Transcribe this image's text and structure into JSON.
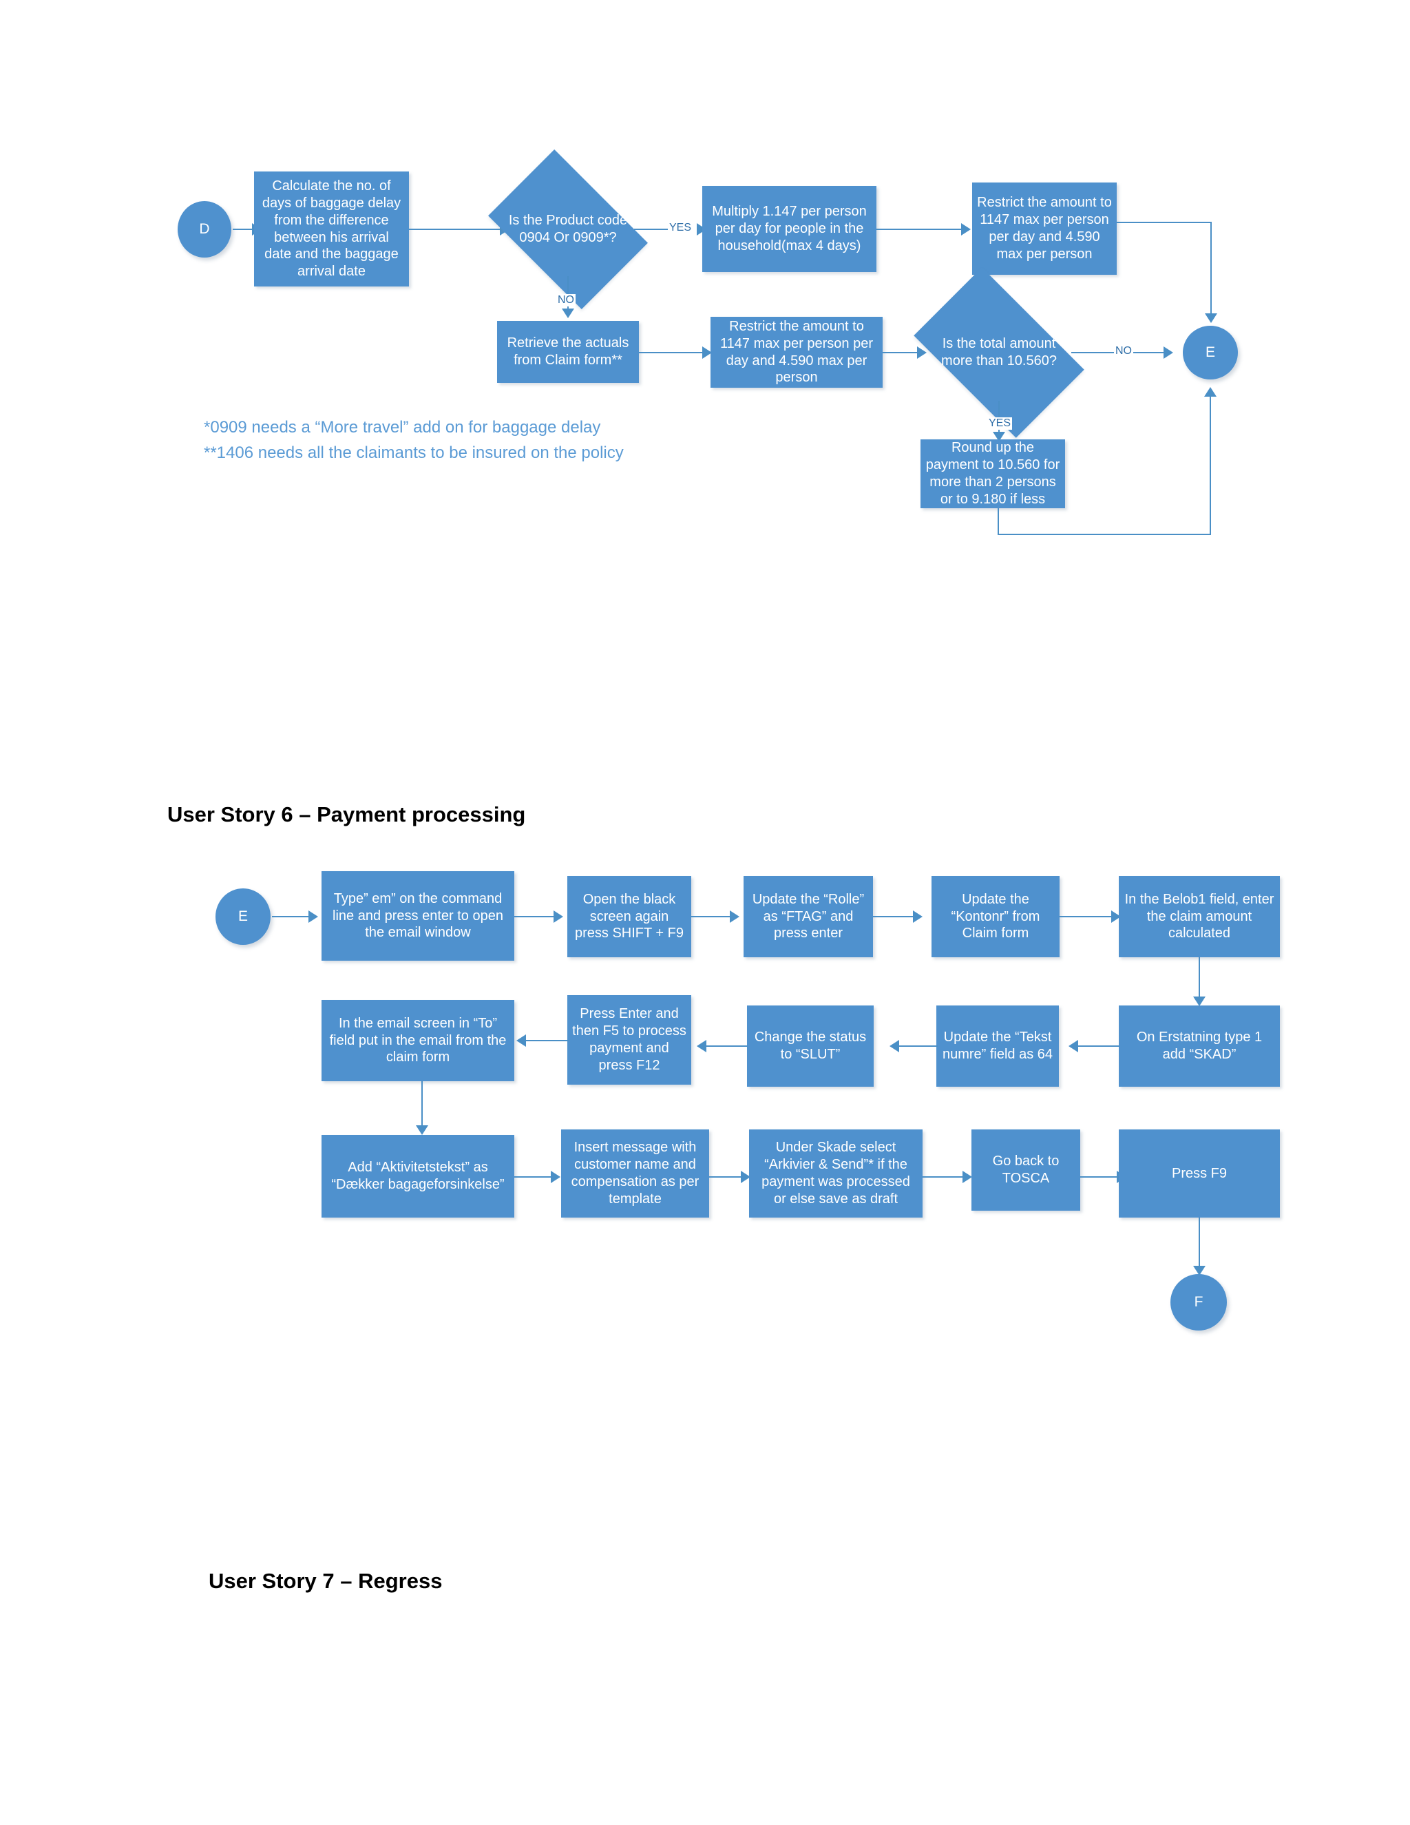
{
  "document": {
    "headings": [
      {
        "id": "us6",
        "text": "User Story 6 – Payment processing"
      },
      {
        "id": "us7",
        "text": "User Story 7 – Regress"
      }
    ],
    "footnotes": "*0909 needs a “More travel” add on for baggage delay\n**1406 needs all the claimants to be insured on the policy"
  },
  "colors": {
    "node_fill": "#4f91ce",
    "connector": "#4a8fc6",
    "node_text": "#ffffff",
    "footnote_text": "#5b9bd5",
    "edge_label_text": "#2f6ea8",
    "heading_text": "#000000",
    "page_background": "#ffffff"
  },
  "flowchart_baggage": {
    "name": "Baggage delay compensation calculation",
    "nodes": {
      "start_d": "D",
      "calculate_days": "Calculate the no. of days of baggage delay from the difference between his arrival date and the baggage arrival date",
      "product_code": "Is the Product code 0904 Or 0909*?",
      "multiply": "Multiply 1.147 per person per day for people in the household(max 4 days)",
      "restrict_top": "Restrict the amount to 1147 max per person per day and 4.590 max per person",
      "retrieve_actuals": "Retrieve the actuals from Claim form**",
      "restrict_bottom": "Restrict the amount to 1147 max per person per day and 4.590 max per person",
      "total_amount": "Is the total amount more than 10.560?",
      "round_up": "Round up the payment to 10.560 for more than 2 persons or to 9.180 if less",
      "end_e": "E"
    },
    "edge_labels": {
      "product_yes": "YES",
      "product_no": "NO",
      "total_no": "NO",
      "total_yes": "YES"
    }
  },
  "flowchart_payment": {
    "name": "Payment processing",
    "nodes": {
      "start_e": "E",
      "type_em": "Type” em” on the command line and press enter to open the email window",
      "open_black": "Open the black screen again press SHIFT + F9",
      "update_rolle": "Update the “Rolle” as “FTAG” and press enter",
      "update_kontonr": "Update the “Kontonr” from Claim form",
      "belob1": "In the Belob1 field, enter the claim amount calculated",
      "erstatning": "On Erstatning type 1 add “SKAD”",
      "tekst_numre": "Update the “Tekst numre” field as 64",
      "status_slut": "Change the status to “SLUT”",
      "press_enter_f5": "Press Enter and then F5 to process payment and press F12",
      "email_to": "In the email screen in “To” field put in the email from the claim form",
      "aktivitetstekst": "Add “Aktivitetstekst” as “Dækker bagageforsinkelse”",
      "insert_message": "Insert message with customer name and compensation as per template",
      "arkivier_send": "Under Skade select “Arkivier & Send”* if the payment was processed or else save as draft",
      "go_back_tosca": "Go back to TOSCA",
      "press_f9": "Press F9",
      "end_f": "F"
    }
  }
}
